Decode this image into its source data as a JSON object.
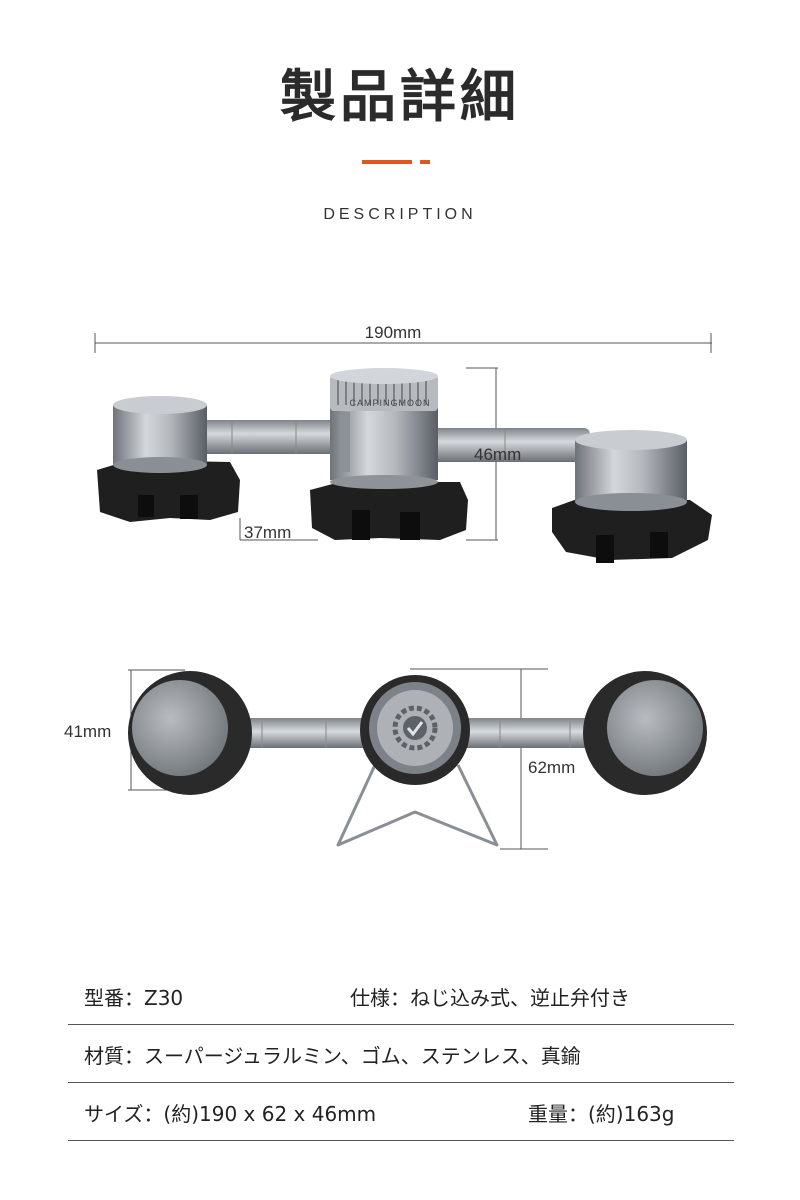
{
  "header": {
    "title": "製品詳細",
    "subtitle": "DESCRIPTION"
  },
  "colors": {
    "accent": "#e0561f",
    "metal": "#9aa0a6",
    "rubber": "#1f1f1f"
  },
  "figure_top": {
    "dims": {
      "width": "190mm",
      "height": "46mm",
      "base": "37mm"
    },
    "brand_text": "CAMPINGMOON"
  },
  "figure_bottom": {
    "dims": {
      "depth_side": "41mm",
      "depth_center": "62mm"
    }
  },
  "specs": {
    "model": "型番：Z30",
    "spec": "仕様：ねじ込み式、逆止弁付き",
    "material": "材質：スーパージュラルミン、ゴム、ステンレス、真鍮",
    "size": "サイズ：(約)190 x 62 x 46mm",
    "weight": "重量：(約)163g"
  }
}
